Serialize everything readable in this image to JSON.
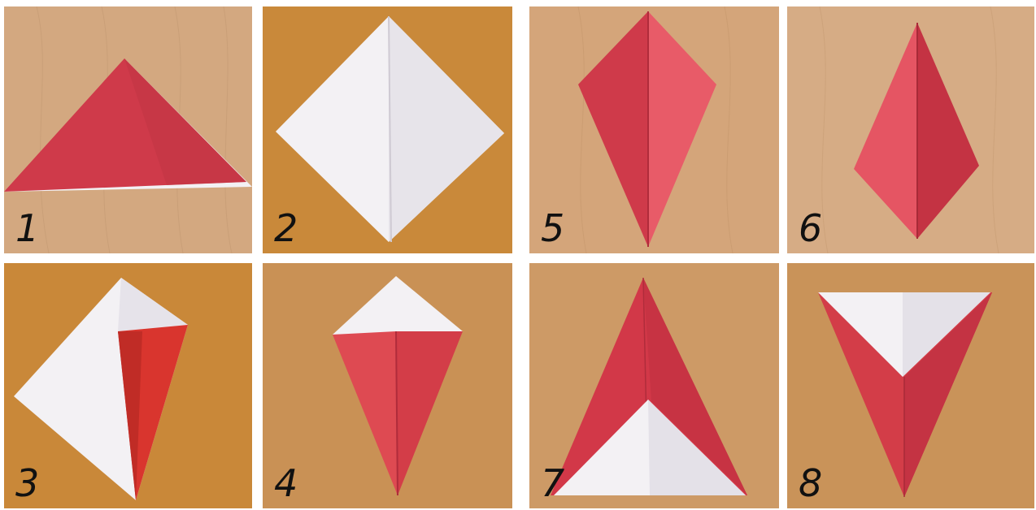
{
  "panels": [
    {
      "id": "p1",
      "label": "1",
      "background": "#d3a880"
    },
    {
      "id": "p2",
      "label": "2",
      "background": "#c9893a"
    },
    {
      "id": "p5",
      "label": "5",
      "background": "#d4a57a"
    },
    {
      "id": "p6",
      "label": "6",
      "background": "#d6ac85"
    },
    {
      "id": "p3",
      "label": "3",
      "background": "#c98839"
    },
    {
      "id": "p4",
      "label": "4",
      "background": "#c99155"
    },
    {
      "id": "p7",
      "label": "7",
      "background": "#cd9a66"
    },
    {
      "id": "p8",
      "label": "8",
      "background": "#c99359"
    }
  ],
  "colors": {
    "paper_red": "#cf3a4a",
    "paper_red_light": "#e25361",
    "paper_red_dark": "#b82c3c",
    "paper_white": "#f3f1f4",
    "paper_white_shade": "#dedbe2"
  },
  "labels": {
    "p1": "1",
    "p2": "2",
    "p3": "3",
    "p4": "4",
    "p5": "5",
    "p6": "6",
    "p7": "7",
    "p8": "8"
  }
}
